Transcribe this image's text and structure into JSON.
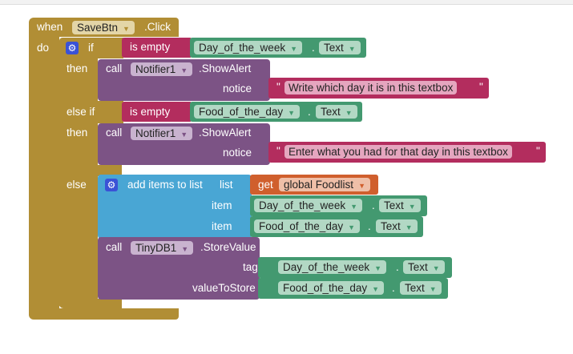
{
  "event": {
    "when": "when",
    "component": "SaveBtn",
    "event": ".Click",
    "do": "do"
  },
  "if_block": {
    "if": "if",
    "then1": "then",
    "else_if": "else if",
    "then2": "then",
    "else": "else"
  },
  "cond1": {
    "label": "is empty",
    "component": "Day_of_the_week",
    "prop": "Text"
  },
  "call1": {
    "call": "call",
    "component": "Notifier1",
    "method": ".ShowAlert",
    "arg": "notice",
    "text": "Write which day it is in this textbox"
  },
  "cond2": {
    "label": "is empty",
    "component": "Food_of_the_day",
    "prop": "Text"
  },
  "call2": {
    "call": "call",
    "component": "Notifier1",
    "method": ".ShowAlert",
    "arg": "notice",
    "text": "Enter what you had for that day in this textbox"
  },
  "list_block": {
    "label": "add items to list",
    "list": "list",
    "item": "item",
    "get": "get",
    "var": "global Foodlist",
    "item1": {
      "component": "Day_of_the_week",
      "prop": "Text"
    },
    "item2": {
      "component": "Food_of_the_day",
      "prop": "Text"
    }
  },
  "store": {
    "call": "call",
    "component": "TinyDB1",
    "method": ".StoreValue",
    "tag": "tag",
    "value": "valueToStore",
    "tag_getter": {
      "component": "Day_of_the_week",
      "prop": "Text"
    },
    "value_getter": {
      "component": "Food_of_the_day",
      "prop": "Text"
    }
  },
  "dot": ".",
  "quote": "\""
}
